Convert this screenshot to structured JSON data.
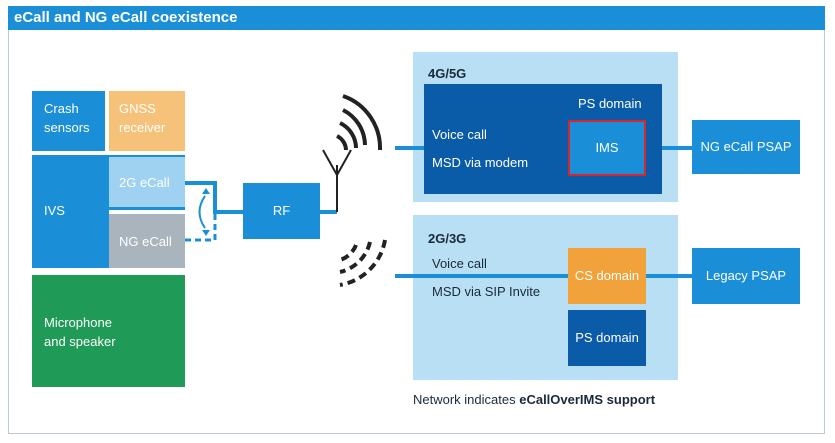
{
  "title": "eCall and NG eCall coexistence",
  "left": {
    "crash_sensors": "Crash\nsensors",
    "gnss_receiver": "GNSS\nreceiver",
    "ivs": "IVS",
    "ecall_2g": "2G eCall",
    "ng_ecall": "NG eCall",
    "mic_speaker": "Microphone\nand speaker"
  },
  "rf": "RF",
  "net_4g": {
    "title": "4G/5G",
    "ps_domain": "PS domain",
    "voice_call": "Voice call",
    "msd": "MSD via modem",
    "ims": "IMS",
    "psap": "NG eCall PSAP"
  },
  "net_2g": {
    "title": "2G/3G",
    "voice_call": "Voice call",
    "msd": "MSD via SIP Invite",
    "cs_domain": "CS domain",
    "ps_domain": "PS domain",
    "psap": "Legacy PSAP"
  },
  "footer": {
    "prefix": "Network indicates ",
    "bold": "eCallOverIMS support"
  },
  "colors": {
    "blue": "#1a8fd8",
    "light_blue_bg": "#b8dff4",
    "dark_blue": "#0a5ca8",
    "orange": "#f2a23a",
    "light_orange": "#f6c27a",
    "gray": "#a9b4bd",
    "green": "#1f9a57",
    "ims_border": "#d9262c"
  }
}
